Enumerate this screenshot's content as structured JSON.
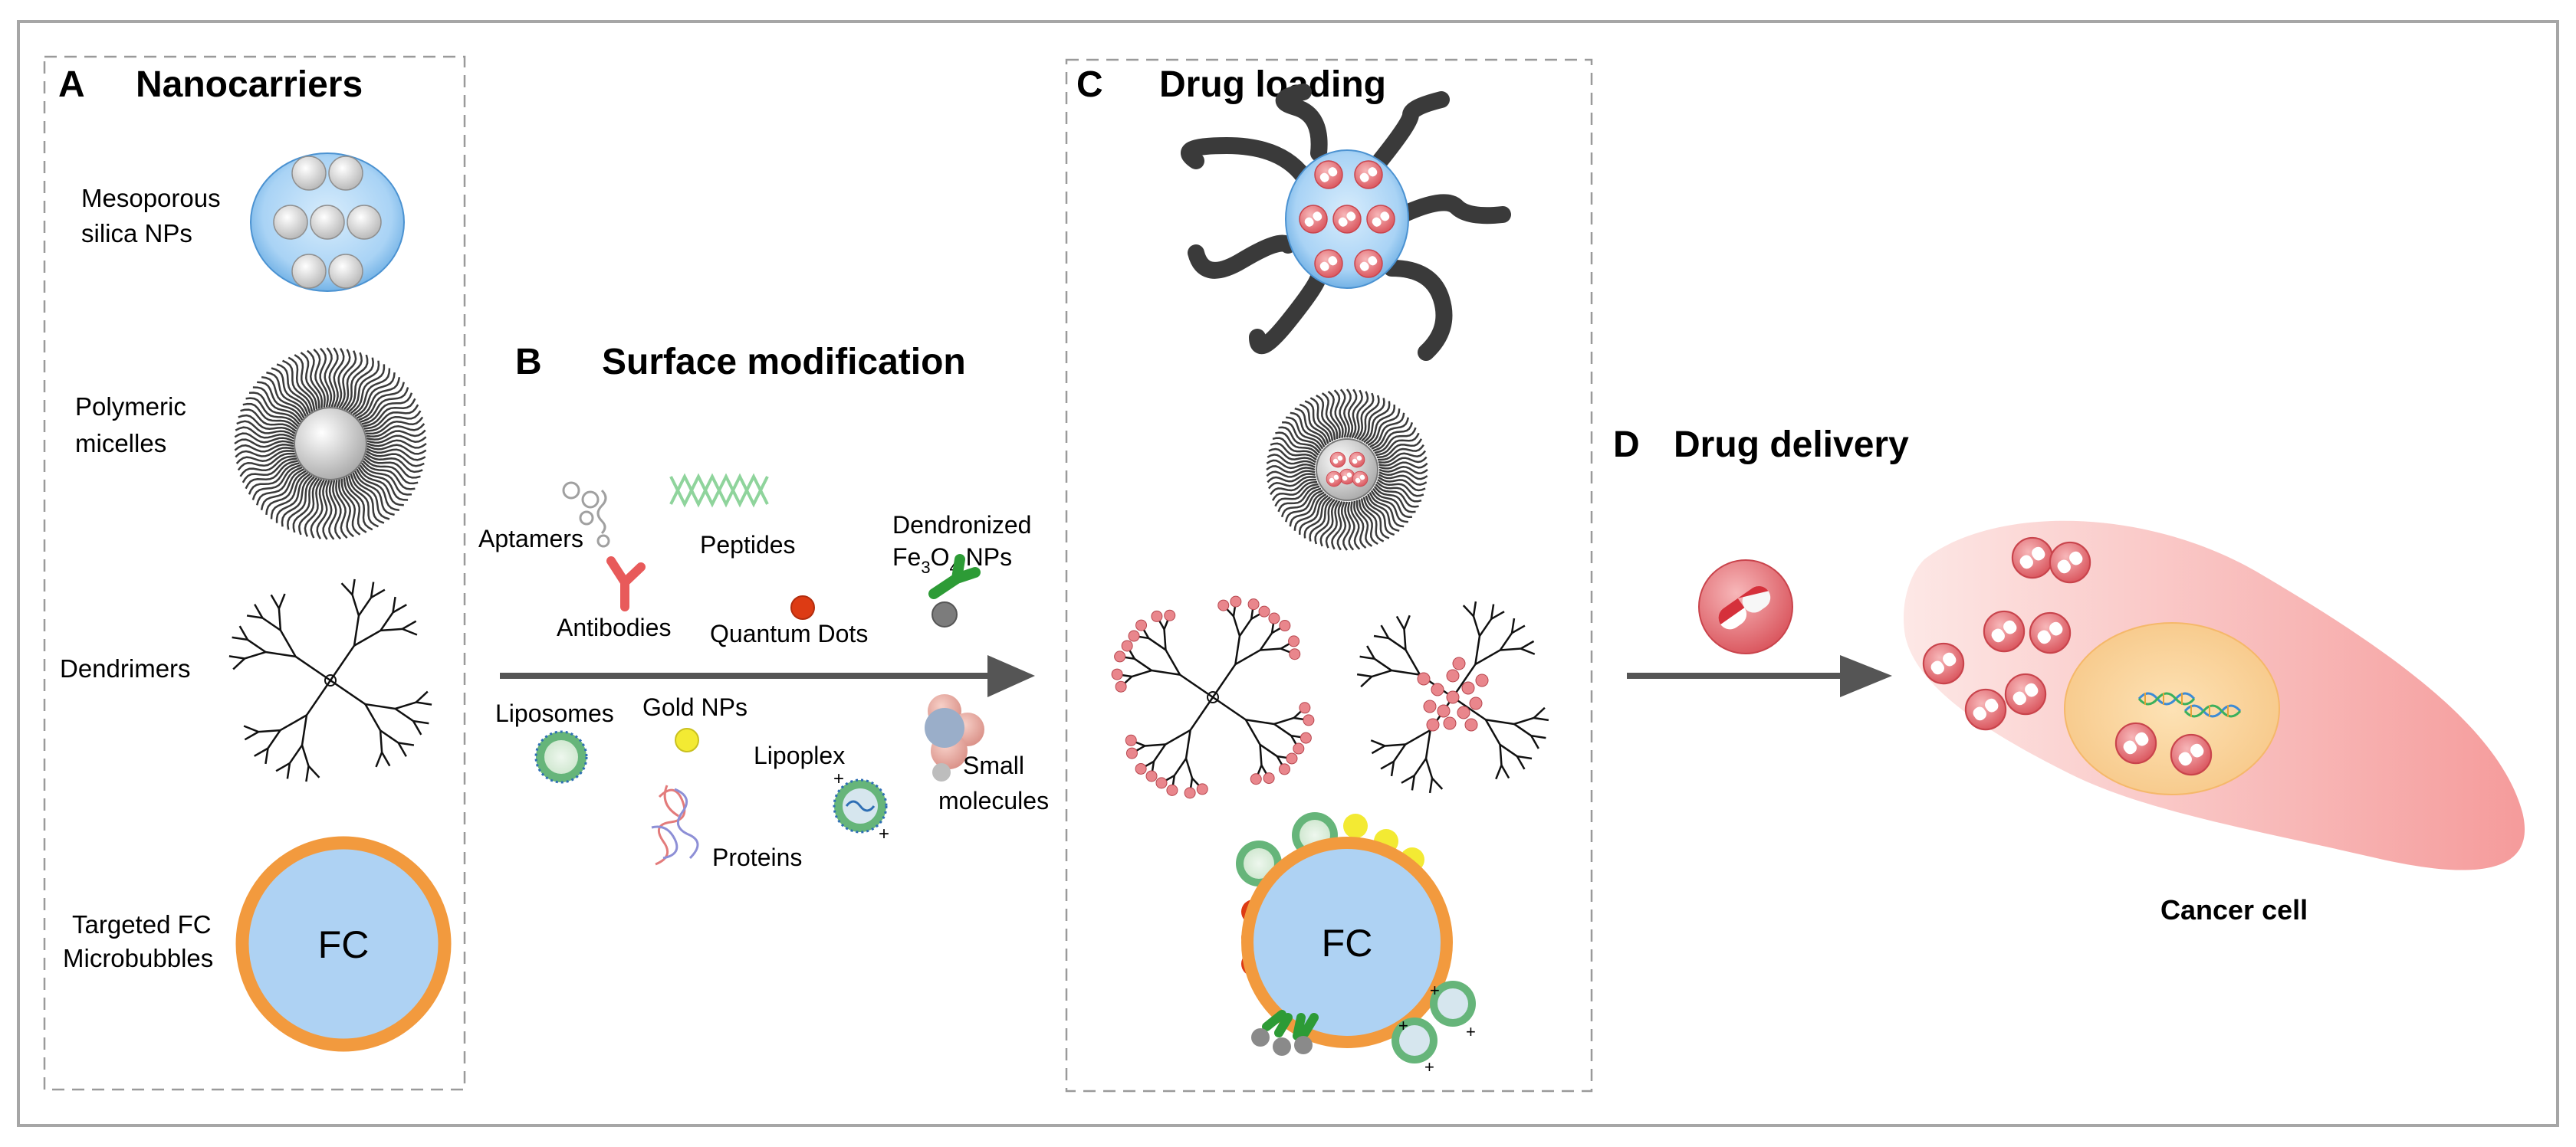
{
  "panels": {
    "a": {
      "letter": "A",
      "title": "Nanocarriers",
      "items": {
        "mesoporous_1": "Mesoporous",
        "mesoporous_2": "silica NPs",
        "polymeric_1": "Polymeric",
        "polymeric_2": "micelles",
        "dendrimers": "Dendrimers",
        "targeted_1": "Targeted FC",
        "targeted_2": "Microbubbles",
        "fc": "FC"
      }
    },
    "b": {
      "letter": "B",
      "title": "Surface modification",
      "items": {
        "aptamers": "Aptamers",
        "peptides": "Peptides",
        "dendronized_1": "Dendronized",
        "fe": "Fe",
        "sub3": "3",
        "o": "O",
        "sub4": "4",
        "nps": " NPs",
        "antibodies": "Antibodies",
        "quantum_dots": "Quantum Dots",
        "liposomes": "Liposomes",
        "gold_nps": "Gold NPs",
        "lipoplex": "Lipoplex",
        "small_1": "Small",
        "small_2": "molecules",
        "proteins": "Proteins"
      }
    },
    "c": {
      "letter": "C",
      "title": "Drug loading",
      "fc": "FC"
    },
    "d": {
      "letter": "D",
      "title": "Drug delivery",
      "cancer_cell": "Cancer cell"
    }
  },
  "colors": {
    "silica_blue": "#a9d3f5",
    "fc_blue": "#aed2f3",
    "fc_ring": "#f29a3e",
    "drug_pink": "#e9868c",
    "antibody_red": "#e85a5a",
    "quantum_red": "#dd3b14",
    "gold_yellow": "#f3ea33",
    "liposome_green": "#66b57a",
    "dendron_green": "#2d9b36",
    "cell_pink": "#f8b8b8",
    "nucleus_orange": "#fbd8a2",
    "arrow_gray": "#555555"
  }
}
